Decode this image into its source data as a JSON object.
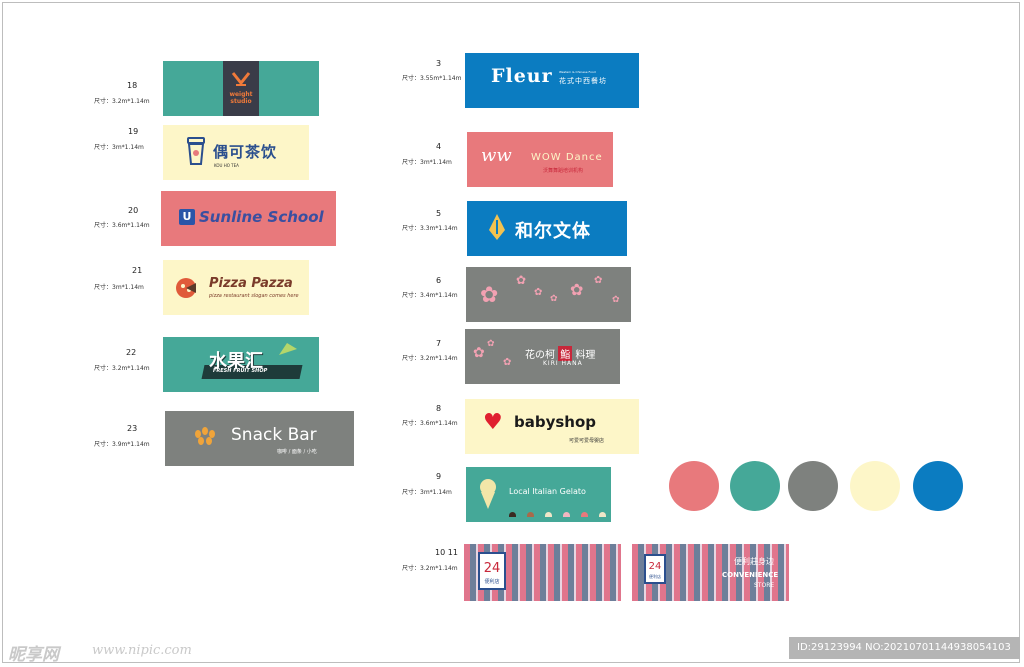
{
  "sizes_prefix": "尺寸：",
  "colors": {
    "pink": "#e8797c",
    "teal": "#45a898",
    "gray": "#7e817e",
    "cream": "#fdf6c8",
    "blue": "#0b7cc1"
  },
  "left": [
    {
      "num": "18",
      "size": "3.2m*1.14m",
      "brand": "weight studio"
    },
    {
      "num": "19",
      "size": "3m*1.14m",
      "brand": "偶可茶饮",
      "sub": "KOU HO TEA"
    },
    {
      "num": "20",
      "size": "3.6m*1.14m",
      "brand": "Sunline School"
    },
    {
      "num": "21",
      "size": "3m*1.14m",
      "brand": "Pizza Pazza",
      "sub": "pizza restaurant slogan comes here"
    },
    {
      "num": "22",
      "size": "3.2m*1.14m",
      "brand": "水果汇",
      "sub": "FRESH FRUIT SHOP"
    },
    {
      "num": "23",
      "size": "3.9m*1.14m",
      "brand": "Snack Bar",
      "sub": "咖啡 / 面条 / 小吃"
    }
  ],
  "right": [
    {
      "num": "3",
      "size": "3.55m*1.14m",
      "brand": "Fleur",
      "sub": "花式中西餐坊",
      "tiny": "Western & Chinese Food"
    },
    {
      "num": "4",
      "size": "3m*1.14m",
      "brand": "WOW Dance",
      "sub": "沃舞舞蹈培训机构",
      "mono": "ww"
    },
    {
      "num": "5",
      "size": "3.3m*1.14m",
      "brand": "和尔文体"
    },
    {
      "num": "6",
      "size": "3.4m*1.14m"
    },
    {
      "num": "7",
      "size": "3.2m*1.14m",
      "brand": "花の柯",
      "mid": "鮨",
      "brand2": "料理",
      "sub": "KIRI HANA"
    },
    {
      "num": "8",
      "size": "3.6m*1.14m",
      "brand": "babyshop",
      "sub": "可爱可爱母婴店"
    },
    {
      "num": "9",
      "size": "3m*1.14m",
      "brand": "Local Italian Gelato"
    },
    {
      "num": "10  11",
      "size": "3.2m*1.14m",
      "store": "24",
      "store_sub": "便利店",
      "brand": "便利莊身边",
      "sub": "CONVENIENCE",
      "sub2": "STORE"
    }
  ],
  "watermark": {
    "logo": "昵享网",
    "url": "www.nipic.com",
    "id": "ID:29123994 NO:20210701144938054103"
  }
}
